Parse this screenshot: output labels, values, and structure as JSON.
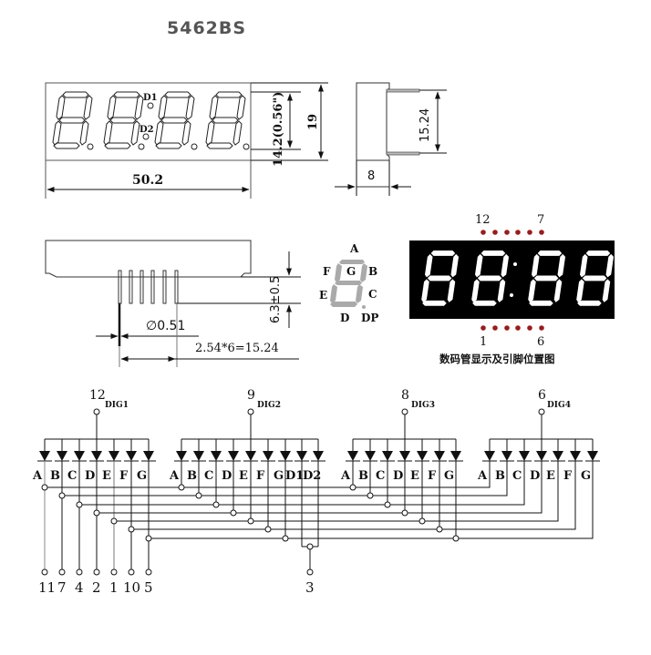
{
  "title": "5462BS",
  "front_view": {
    "width_label": "50.2",
    "height_label": "19",
    "digit_height_label": "14.2(0.56\")",
    "dp_labels": [
      "D1",
      "D2"
    ]
  },
  "side_view": {
    "depth_label": "8",
    "pin_row_spacing_label": "15.24"
  },
  "bottom_view": {
    "pin_length_label": "6.3±0.5",
    "pin_diameter_label": "∅0.51",
    "pin_pitch_label": "2.54*6=15.24"
  },
  "segment_legend": {
    "labels": [
      "A",
      "B",
      "C",
      "D",
      "E",
      "F",
      "G",
      "DP"
    ]
  },
  "pin_layout": {
    "top_pin_left": "12",
    "top_pin_right": "7",
    "bottom_pin_left": "1",
    "bottom_pin_right": "6",
    "caption": "数码管显示及引脚位置图",
    "pin_dot_color": "#9b1b1b",
    "display_bg": "#000000",
    "segment_color": "#ffffff"
  },
  "schematic": {
    "digits": [
      {
        "pin": "12",
        "label": "DIG1",
        "segments": [
          "A",
          "B",
          "C",
          "D",
          "E",
          "F",
          "G"
        ]
      },
      {
        "pin": "9",
        "label": "DIG2",
        "segments": [
          "A",
          "B",
          "C",
          "D",
          "E",
          "F",
          "G",
          "D1",
          "D2"
        ]
      },
      {
        "pin": "8",
        "label": "DIG3",
        "segments": [
          "A",
          "B",
          "C",
          "D",
          "E",
          "F",
          "G"
        ]
      },
      {
        "pin": "6",
        "label": "DIG4",
        "segments": [
          "A",
          "B",
          "C",
          "D",
          "E",
          "F",
          "G"
        ]
      }
    ],
    "segment_pins": [
      "11",
      "7",
      "4",
      "2",
      "1",
      "10",
      "5"
    ],
    "colon_pin": "3"
  }
}
